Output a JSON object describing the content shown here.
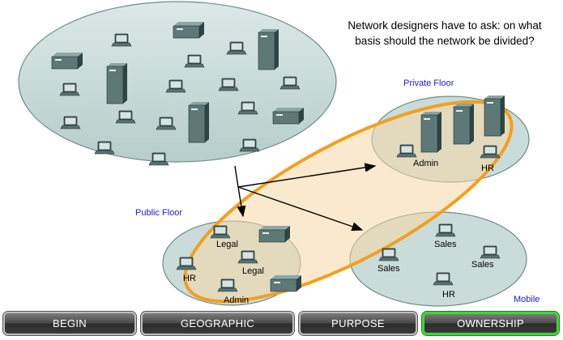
{
  "question": "Network designers have to ask: on what basis should the network be divided?",
  "floors": {
    "private": "Private Floor",
    "public": "Public Floor",
    "mobile": "Mobile"
  },
  "labels": {
    "private_admin": "Admin",
    "private_hr": "HR",
    "public_legal_1": "Legal",
    "public_legal_2": "Legal",
    "public_hr": "HR",
    "public_admin": "Admin",
    "mobile_sales_1": "Sales",
    "mobile_sales_2": "Sales",
    "mobile_sales_3": "Sales",
    "mobile_hr": "HR"
  },
  "nav": [
    {
      "label": "BEGIN",
      "active": false
    },
    {
      "label": "GEOGRAPHIC",
      "active": false
    },
    {
      "label": "PURPOSE",
      "active": false
    },
    {
      "label": "OWNERSHIP",
      "active": true
    }
  ],
  "colors": {
    "cloud_fill": "#c9dcda",
    "highlight_fill": "#f7d7a6",
    "highlight_stroke": "#f0a021",
    "floor_label": "#1a1ad0",
    "active_border": "#43d43a"
  },
  "icons": [
    "laptop-icon",
    "server-tower-icon",
    "printer-icon",
    "arrow-icon"
  ]
}
